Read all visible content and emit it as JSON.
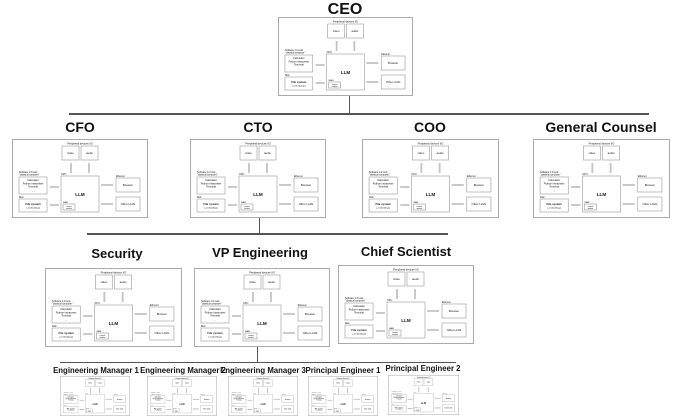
{
  "diagram_labels": {
    "peripheral": "Peripheral devices I/O",
    "video": "video",
    "audio": "audio",
    "cpu": "CPU",
    "software_tools": "Software 1.0 tools",
    "classical_computer": "\"classical computer\"",
    "calculator": "Calculator",
    "python": "Python interpreter",
    "terminal": "Terminal",
    "ellipsis": "...",
    "disk": "Disk",
    "file_system": "File system",
    "embeddings": "(+embeddings)",
    "llm": "LLM",
    "ram": "RAM",
    "context": "context",
    "window": "window",
    "ethernet": "Ethernet",
    "browser": "Browser",
    "other_llms": "Other LLMs"
  },
  "org": {
    "root": {
      "id": "ceo",
      "title": "CEO"
    },
    "tier1": [
      {
        "id": "cfo",
        "title": "CFO"
      },
      {
        "id": "cto",
        "title": "CTO"
      },
      {
        "id": "coo",
        "title": "COO"
      },
      {
        "id": "general-counsel",
        "title": "General Counsel"
      }
    ],
    "tier2": [
      {
        "id": "security",
        "title": "Security"
      },
      {
        "id": "vp-engineering",
        "title": "VP Engineering"
      },
      {
        "id": "chief-scientist",
        "title": "Chief Scientist"
      }
    ],
    "tier3": [
      {
        "id": "engineering-manager-1",
        "title": "Engineering Manager 1"
      },
      {
        "id": "engineering-manager-2",
        "title": "Engineering Manager 2"
      },
      {
        "id": "engineering-manager-3",
        "title": "Engineering Manager 3"
      },
      {
        "id": "principal-engineer-1",
        "title": "Principal Engineer 1"
      },
      {
        "id": "principal-engineer-2",
        "title": "Principal Engineer 2"
      }
    ]
  },
  "colors": {
    "box_border": "#aaaaaa",
    "inner_border": "#999999",
    "connector": "#555555",
    "arrow": "#888888",
    "text": "#111111"
  }
}
